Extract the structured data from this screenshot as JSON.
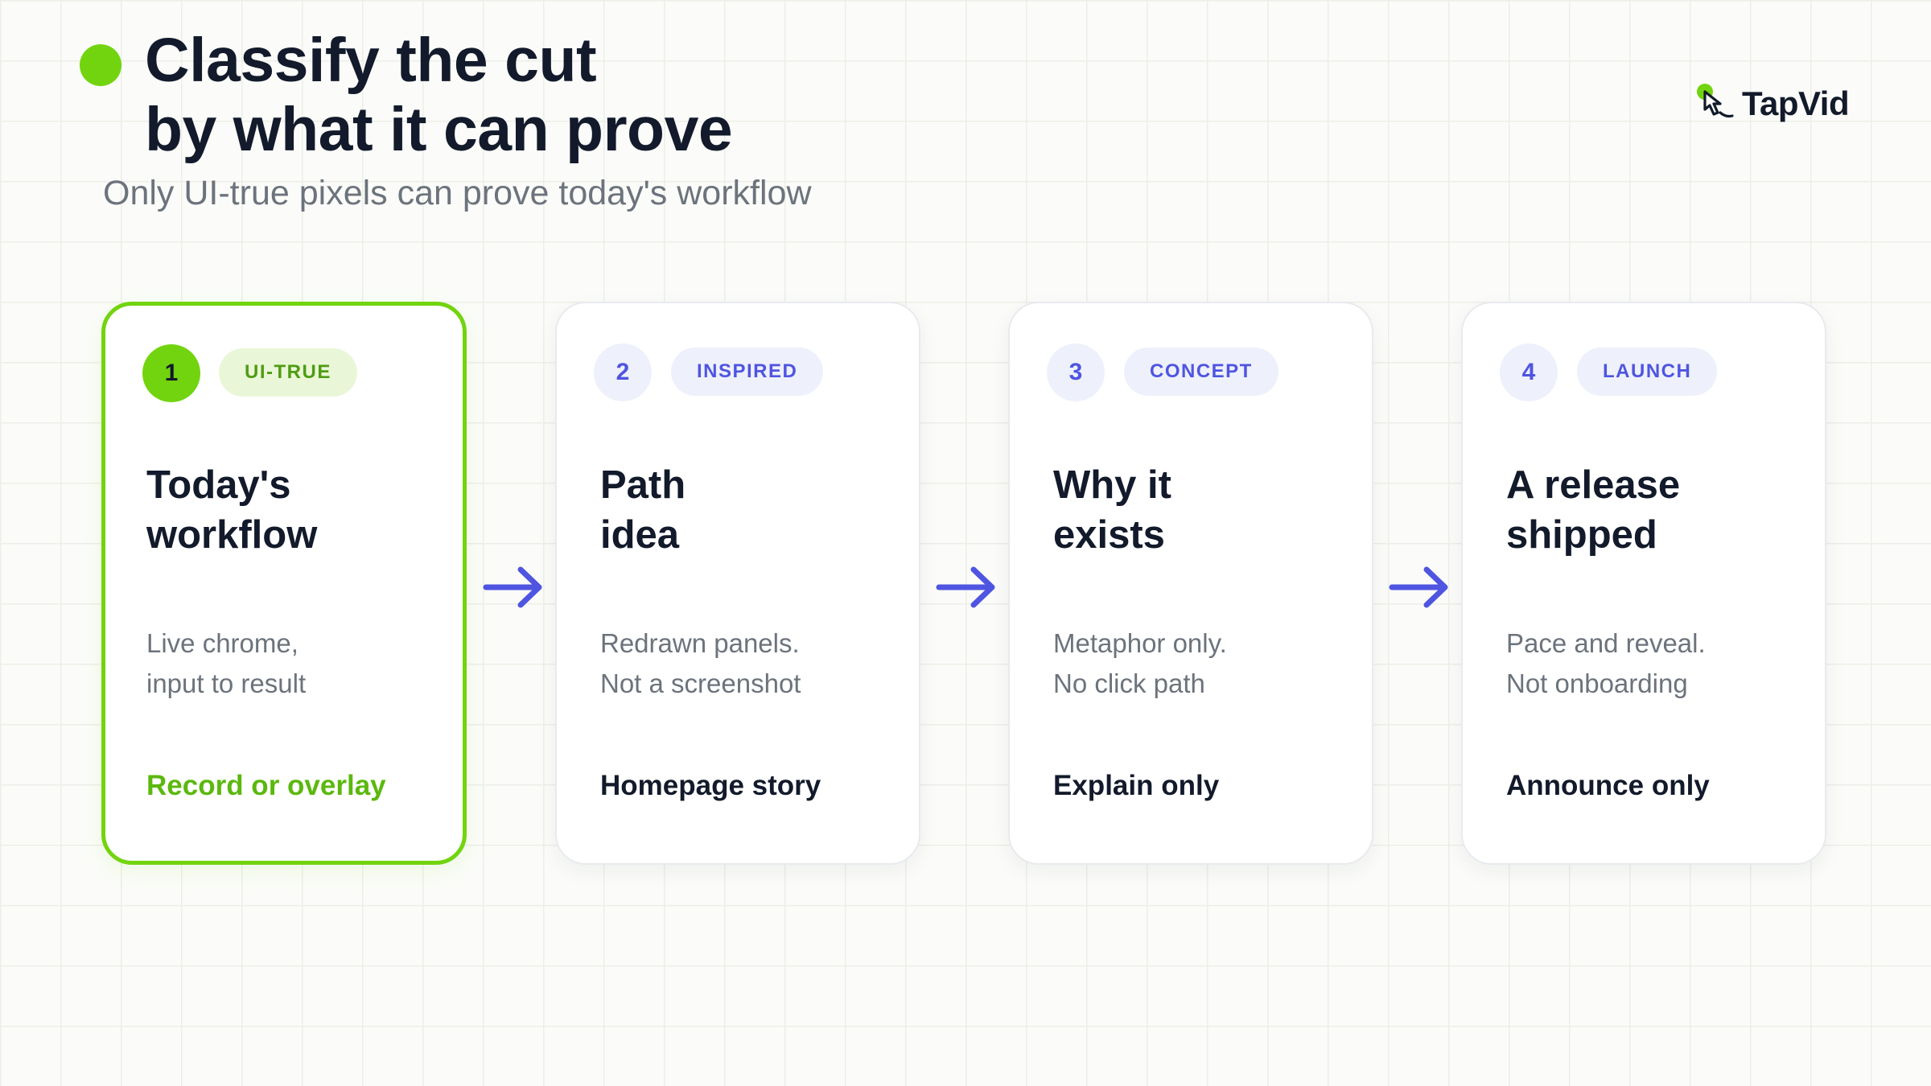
{
  "title": {
    "line1": "Classify the cut",
    "line2": "by what it can prove"
  },
  "subtitle": "Only UI-true pixels can prove today's workflow",
  "logo": {
    "text": "TapVid",
    "icon": "pointer-hand-icon"
  },
  "colors": {
    "accent": "#72d40f",
    "indigo": "#4f55e0",
    "ink": "#121a2b",
    "muted": "#6c737c"
  },
  "cards": [
    {
      "number": "1",
      "badge": "UI-TRUE",
      "title_line1": "Today's",
      "title_line2": "workflow",
      "desc_line1": "Live chrome,",
      "desc_line2": "input to result",
      "use": "Record or overlay",
      "active": true
    },
    {
      "number": "2",
      "badge": "INSPIRED",
      "title_line1": "Path",
      "title_line2": "idea",
      "desc_line1": "Redrawn panels.",
      "desc_line2": "Not a screenshot",
      "use": "Homepage story",
      "active": false
    },
    {
      "number": "3",
      "badge": "CONCEPT",
      "title_line1": "Why it",
      "title_line2": "exists",
      "desc_line1": "Metaphor only.",
      "desc_line2": "No click path",
      "use": "Explain only",
      "active": false
    },
    {
      "number": "4",
      "badge": "LAUNCH",
      "title_line1": "A release",
      "title_line2": "shipped",
      "desc_line1": "Pace and reveal.",
      "desc_line2": "Not onboarding",
      "use": "Announce only",
      "active": false
    }
  ],
  "connector_icon": "arrow-right-icon"
}
